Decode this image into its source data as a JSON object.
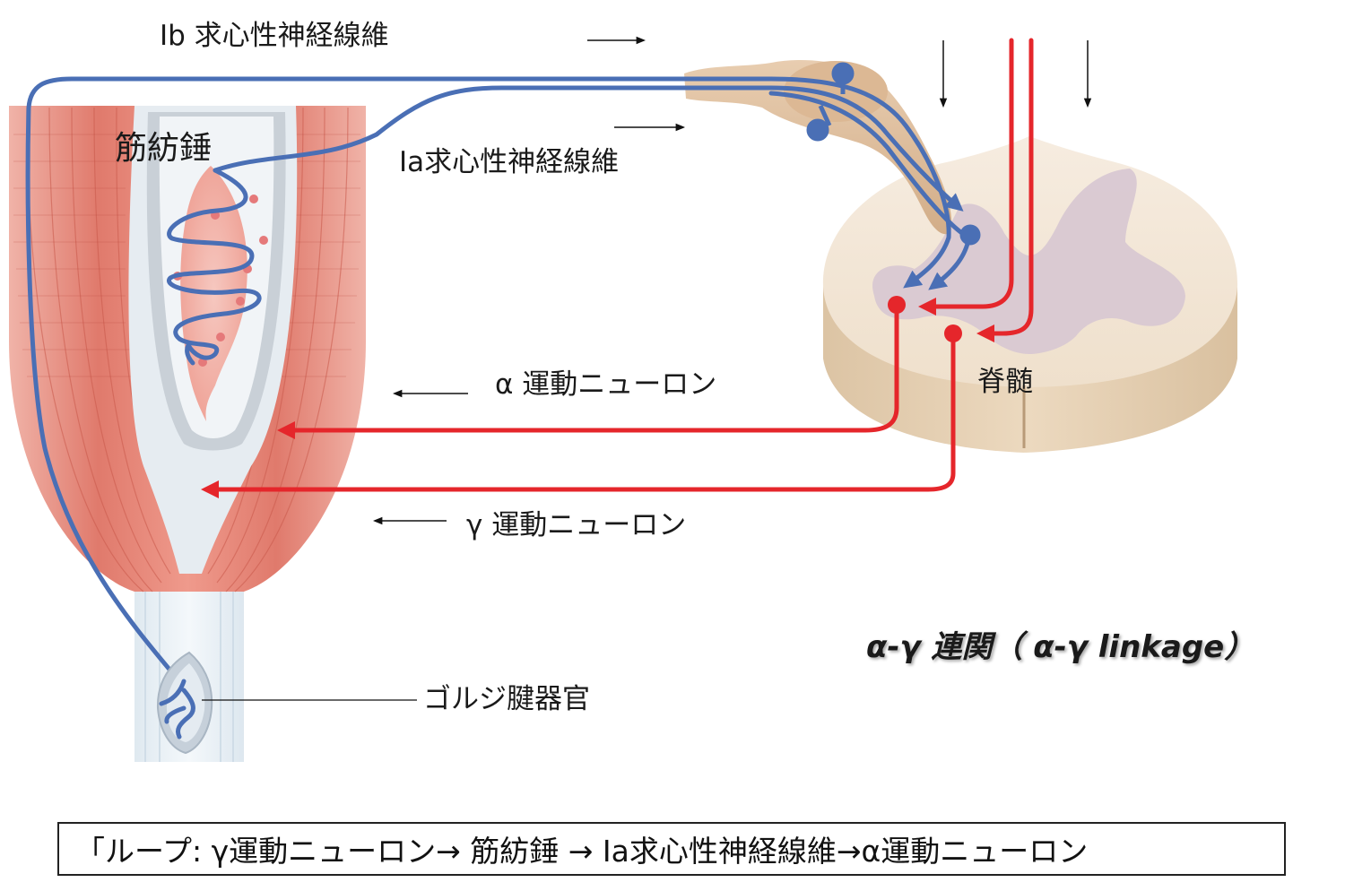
{
  "labels": {
    "ib_afferent": "Ⅰb 求心性神経線維",
    "ia_afferent": "Ⅰa求心性神経線維",
    "muscle_spindle": "筋紡錘",
    "spinal_cord": "脊髄",
    "alpha_motor": "α 運動ニューロン",
    "gamma_motor": "γ 運動ニューロン",
    "golgi_organ": "ゴルジ腱器官",
    "linkage_title": "α-γ 連関（ α-γ linkage）"
  },
  "loop_box": {
    "text": "「ループ: γ運動ニューロン→ 筋紡錘 → Ⅰa求心性神経線維→α運動ニューロン"
  },
  "colors": {
    "afferent_blue": "#4a6fb5",
    "efferent_red": "#e5262b",
    "muscle_red": "#e8867a",
    "cord_tan": "#eedfca",
    "gray_matter": "#d8c8d2"
  }
}
